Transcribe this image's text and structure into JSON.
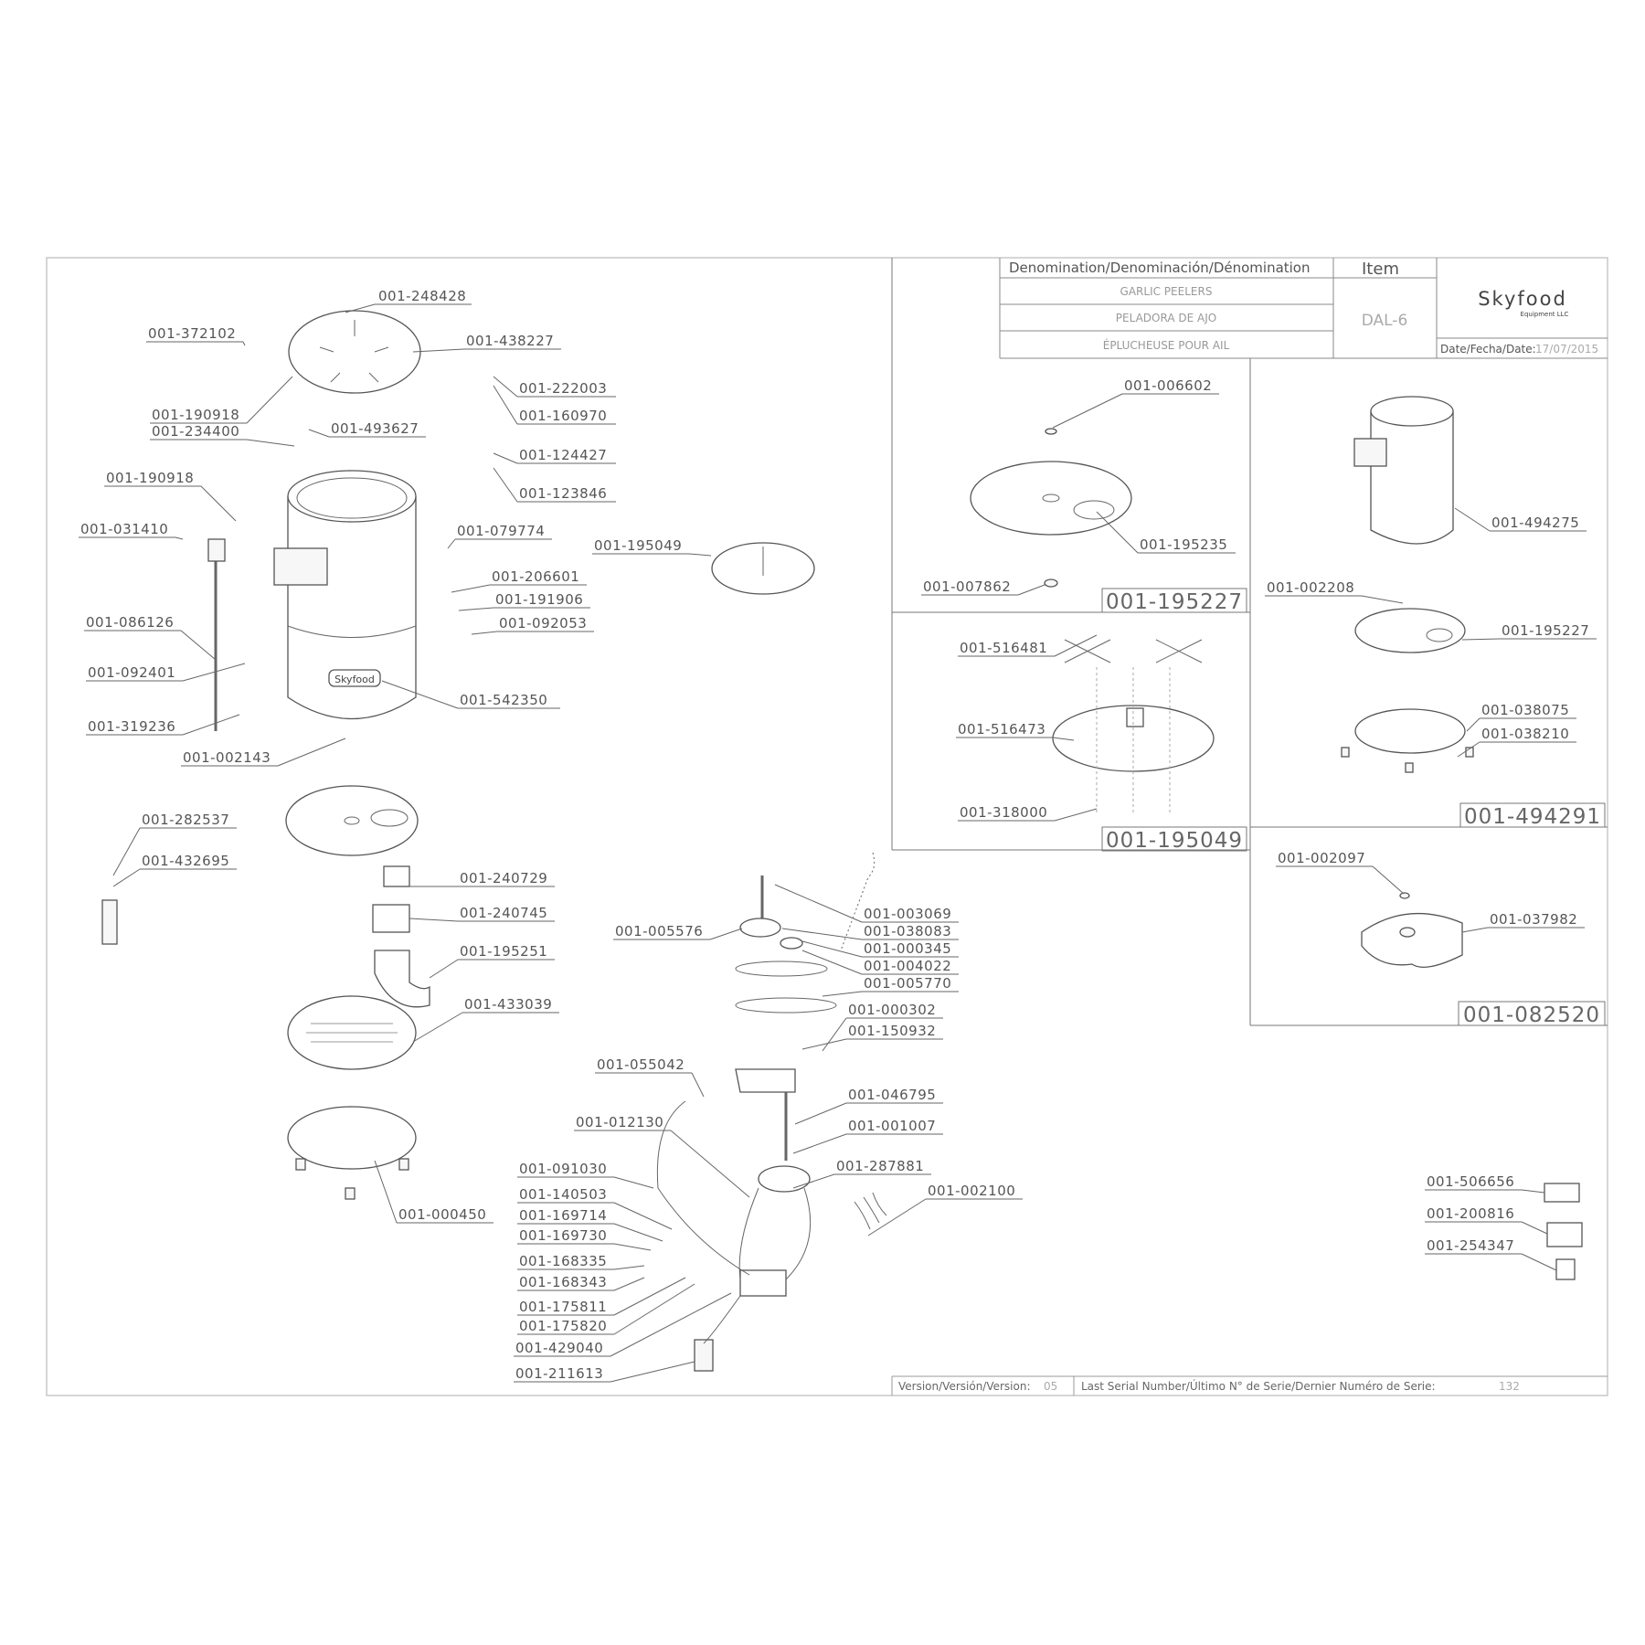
{
  "title_block": {
    "denomination_header": "Denomination/Denominación/Dénomination",
    "item_header": "Item",
    "names": [
      "GARLIC PEELERS",
      "PELADORA DE AJO",
      "ÉPLUCHEUSE POUR AIL"
    ],
    "item_code": "DAL-6",
    "brand": "Skyfood",
    "brand_sub": "Equipment LLC",
    "date_label": "Date/Fecha/Date:",
    "date_value": "17/07/2015"
  },
  "footer": {
    "version_label": "Version/Versión/Version:",
    "version_value": "05",
    "serial_label": "Last Serial Number/Último N° de Serie/Dernier Numéro de Serie:",
    "serial_value": "132"
  },
  "body_logo": "Skyfood",
  "subassemblies": [
    "001-195227",
    "001-195049",
    "001-494291",
    "001-082520"
  ],
  "part_labels": [
    "001-248428",
    "001-372102",
    "001-438227",
    "001-190918",
    "001-234400",
    "001-493627",
    "001-222003",
    "001-160970",
    "001-124427",
    "001-123846",
    "001-190918",
    "001-031410",
    "001-079774",
    "001-206601",
    "001-191906",
    "001-092053",
    "001-086126",
    "001-092401",
    "001-542350",
    "001-319236",
    "001-002143",
    "001-195049",
    "001-282537",
    "001-432695",
    "001-240729",
    "001-240745",
    "001-195251",
    "001-433039",
    "001-000450",
    "001-003069",
    "001-038083",
    "001-005576",
    "001-000345",
    "001-004022",
    "001-005770",
    "001-000302",
    "001-150932",
    "001-055042",
    "001-012130",
    "001-046795",
    "001-001007",
    "001-091030",
    "001-287881",
    "001-002100",
    "001-140503",
    "001-169714",
    "001-169730",
    "001-168335",
    "001-168343",
    "001-175811",
    "001-175820",
    "001-429040",
    "001-211613",
    "001-006602",
    "001-195235",
    "001-007862",
    "001-494275",
    "001-002208",
    "001-195227",
    "001-038075",
    "001-038210",
    "001-516481",
    "001-516473",
    "001-318000",
    "001-002097",
    "001-037982",
    "001-506656",
    "001-200816",
    "001-254347"
  ]
}
